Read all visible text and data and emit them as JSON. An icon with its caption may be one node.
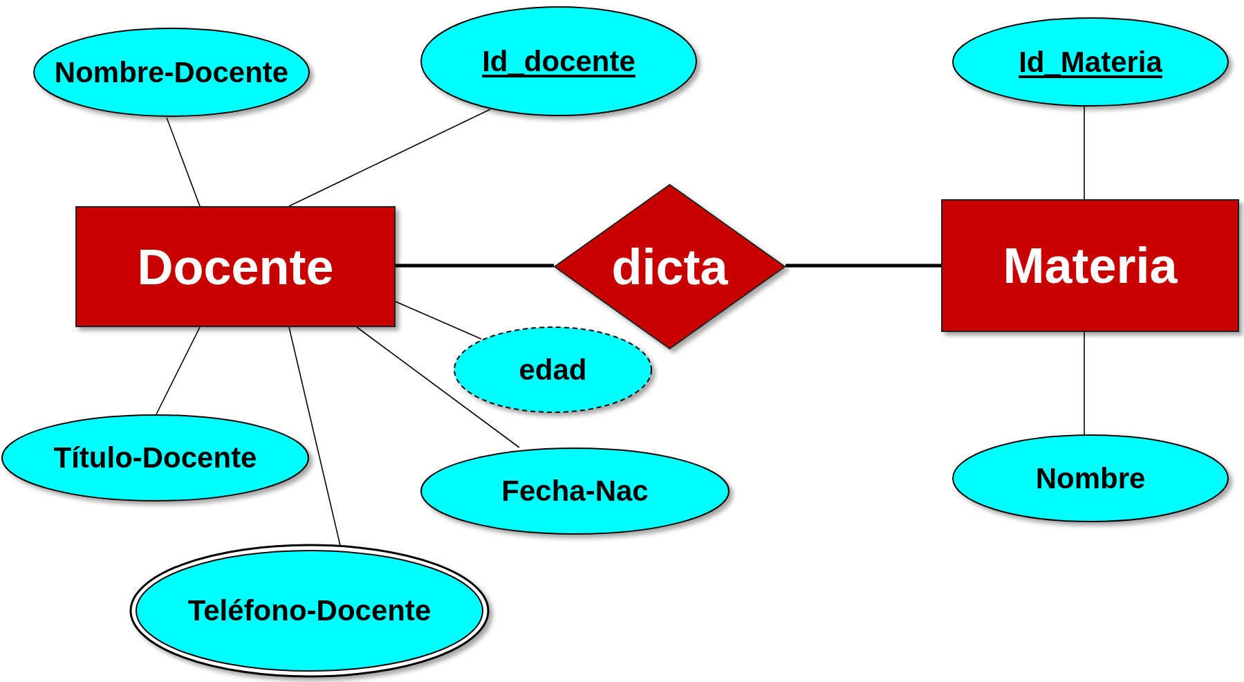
{
  "diagram": {
    "nodes": [
      {
        "text": [
          "Nombre-Docente"
        ]
      },
      {
        "text": [
          "Id_docente"
        ]
      },
      {
        "text": [
          "Id_Materia"
        ]
      },
      {
        "text": [
          "Docente"
        ]
      },
      {
        "text": [
          "dicta"
        ]
      },
      {
        "text": [
          "Materia"
        ]
      },
      {
        "text": [
          "edad"
        ]
      },
      {
        "text": [
          "Título-Docente"
        ]
      },
      {
        "text": [
          "Fecha-Nac"
        ]
      },
      {
        "text": [
          "Nombre"
        ]
      },
      {
        "text": [
          "Teléfono-Docente"
        ]
      }
    ],
    "edges": [
      {
        "from": 0,
        "to": 3,
        "arrow": "none"
      },
      {
        "from": 1,
        "to": 3,
        "arrow": "none"
      },
      {
        "from": 3,
        "to": 4,
        "arrow": "none",
        "style": "thick"
      },
      {
        "from": 4,
        "to": 5,
        "arrow": "none",
        "style": "thick"
      },
      {
        "from": 2,
        "to": 5,
        "arrow": "none"
      },
      {
        "from": 6,
        "to": 3,
        "arrow": "none"
      },
      {
        "from": 7,
        "to": 3,
        "arrow": "none"
      },
      {
        "from": 8,
        "to": 3,
        "arrow": "none"
      },
      {
        "from": 10,
        "to": 3,
        "arrow": "none"
      },
      {
        "from": 9,
        "to": 5,
        "arrow": "none"
      }
    ]
  }
}
